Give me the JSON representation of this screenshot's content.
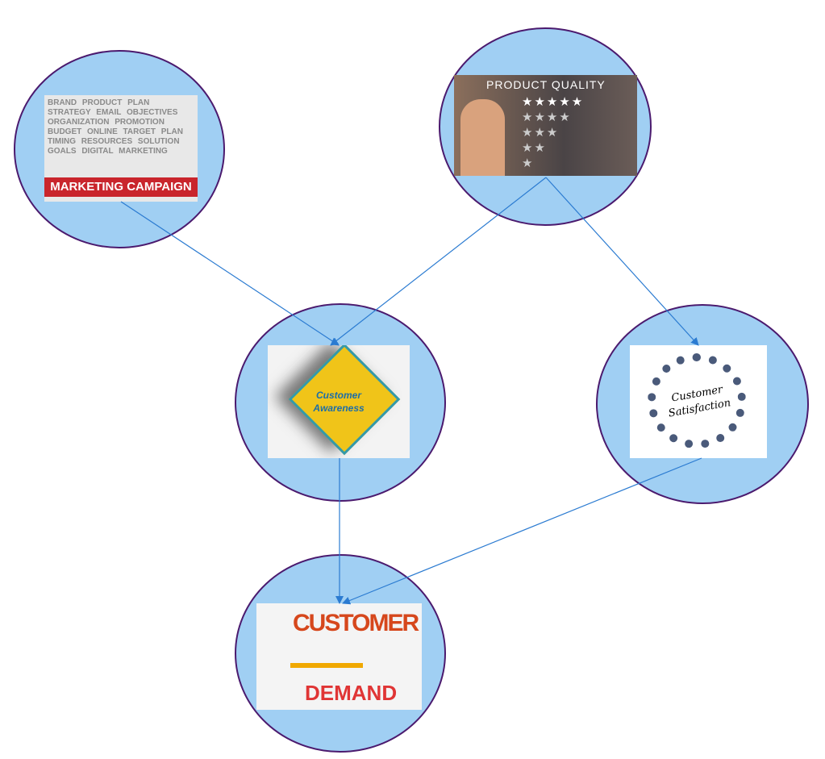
{
  "nodes": {
    "marketing_campaign": {
      "label": "MARKETING CAMPAIGN",
      "words": "BRAND PRODUCT PLAN STRATEGY EMAIL OBJECTIVES ORGANIZATION PROMOTION BUDGET ONLINE TARGET PLAN TIMING RESOURCES SOLUTION GOALS DIGITAL MARKETING"
    },
    "product_quality": {
      "label": "PRODUCT QUALITY",
      "stars": [
        "★★★★★",
        "★★★★",
        "★★★",
        "★★",
        "★"
      ]
    },
    "customer_awareness": {
      "line1": "Customer",
      "line2": "Awareness"
    },
    "customer_satisfaction": {
      "line1": "Customer",
      "line2": "Satisfaction"
    },
    "customer_demand": {
      "line1": "CUSTOMER",
      "line2": "DEMAND"
    }
  },
  "colors": {
    "circle_fill": "#a0cff3",
    "circle_stroke": "#4b1a6e",
    "arrow": "#2b7bd1"
  }
}
